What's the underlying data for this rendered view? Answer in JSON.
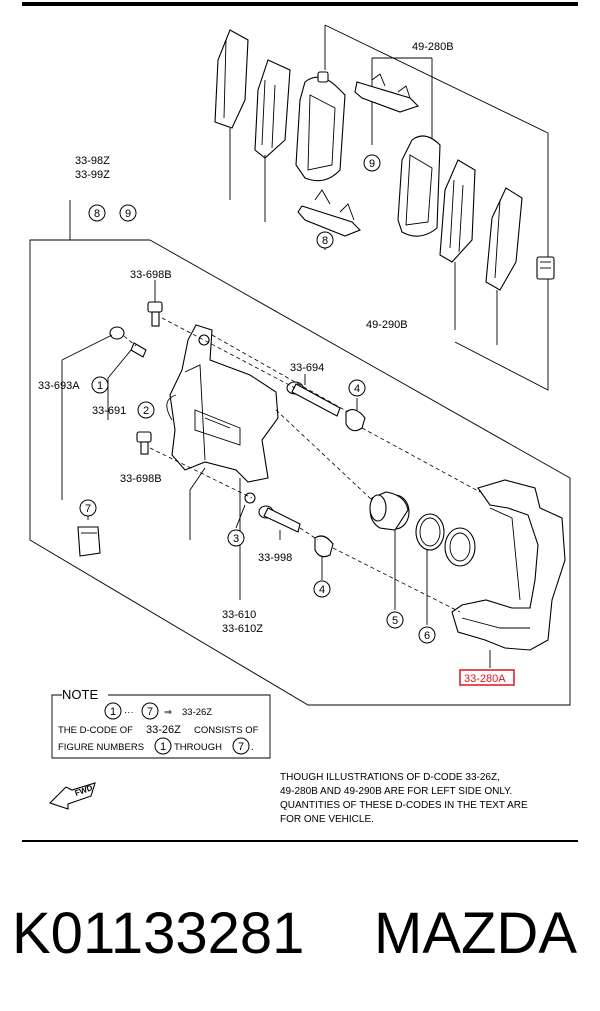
{
  "labels": {
    "kit_49_280B": "49-280B",
    "kit_49_290B": "49-290B",
    "kit_33_98Z": "33-98Z",
    "kit_33_99Z": "33-99Z",
    "bolt_33_698B_top": "33-698B",
    "bolt_33_698B_bottom": "33-698B",
    "cap_33_693A": "33-693A",
    "bleeder_33_691": "33-691",
    "pin_33_694": "33-694",
    "pin_33_998": "33-998",
    "caliper_33_610": "33-610",
    "caliper_33_610Z": "33-610Z",
    "bracket_33_280A": "33-280A"
  },
  "callouts": [
    "1",
    "2",
    "3",
    "4",
    "5",
    "6",
    "7",
    "8",
    "9"
  ],
  "note": {
    "heading": "NOTE",
    "range_to": "33-26Z",
    "line1_pre": "THE D-CODE OF",
    "line1_code": "33-26Z",
    "line1_post": "CONSISTS OF",
    "line2_pre": "FIGURE NUMBERS",
    "line2_mid": "THROUGH",
    "first": "1",
    "last": "7"
  },
  "direction_marker": "FWD",
  "disclaimer": [
    "THOUGH ILLUSTRATIONS OF D-CODE 33-26Z,",
    "49-280B AND 49-290B ARE FOR LEFT SIDE ONLY.",
    "QUANTITIES OF THESE D-CODES IN THE TEXT ARE",
    "FOR ONE VEHICLE."
  ],
  "footer": {
    "part_number": "K01133281",
    "brand": "MAZDA"
  },
  "colors": {
    "ink": "#000000",
    "highlight": "#e0141e",
    "background": "#ffffff"
  }
}
